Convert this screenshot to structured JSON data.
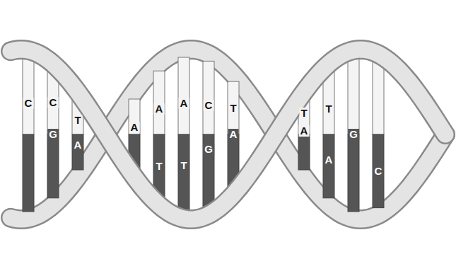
{
  "diagram": {
    "labels": [
      "C",
      "C",
      "G",
      "T",
      "A",
      "A",
      "A",
      "T",
      "A",
      "T",
      "C",
      "G",
      "T",
      "A",
      "T",
      "A",
      "T",
      "A",
      "G",
      "C"
    ]
  }
}
